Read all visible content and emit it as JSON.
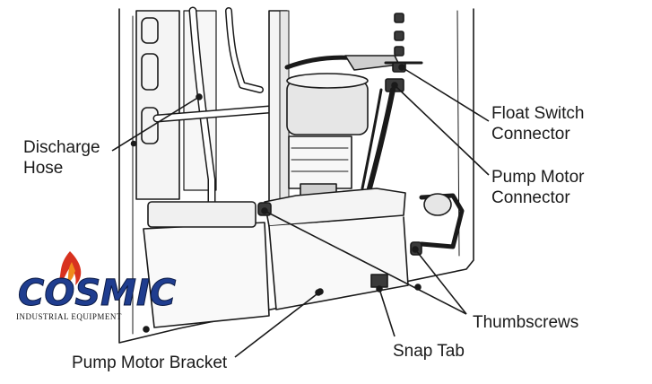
{
  "labels": {
    "discharge_hose": [
      "Discharge",
      "Hose"
    ],
    "float_switch_connector": [
      "Float Switch",
      "Connector"
    ],
    "pump_motor_connector": [
      "Pump Motor",
      "Connector"
    ],
    "thumbscrews": "Thumbscrews",
    "snap_tab": "Snap Tab",
    "pump_motor_bracket": "Pump Motor Bracket"
  },
  "logo": {
    "wordmark": "COSMIC",
    "subtitle": "INDUSTRIAL EQUIPMENT"
  },
  "colors": {
    "line": "#1a1a1a",
    "panel": "#f4f4f4",
    "fill_light": "#e6e6e6",
    "fill_mid": "#cfcfcf",
    "fill_dark": "#3a3a3a",
    "logo_blue": "#1f3d8f",
    "logo_red": "#d8321f",
    "logo_orange": "#f08a1c"
  }
}
